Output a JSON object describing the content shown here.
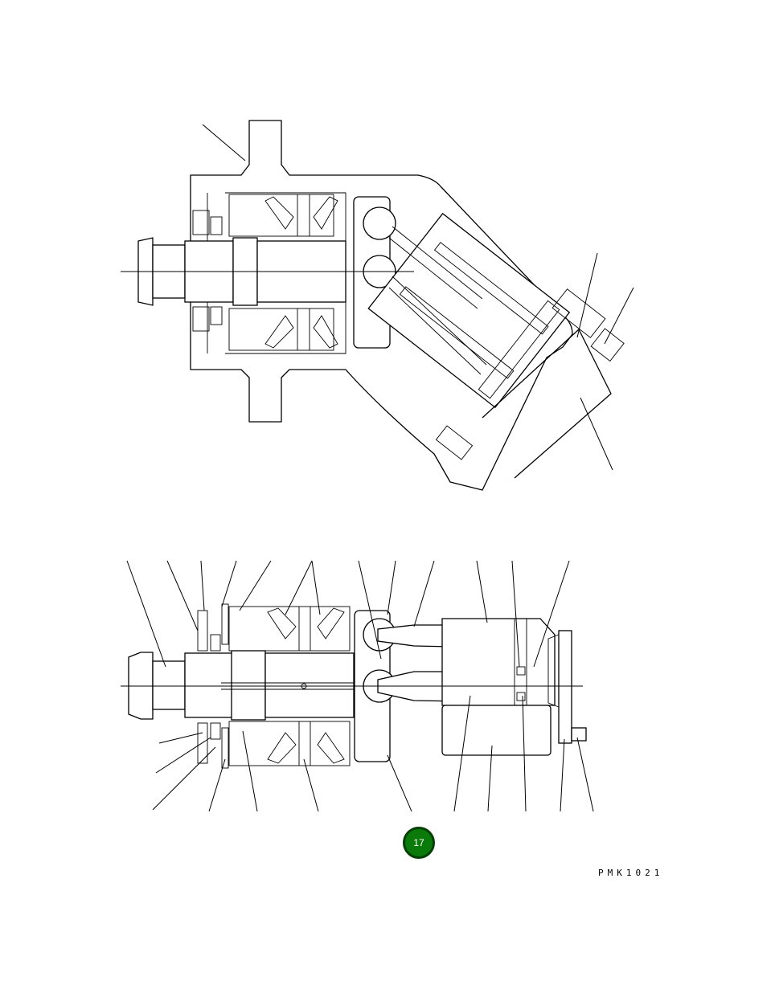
{
  "drawing": {
    "code": "PMK1021",
    "views": [
      "upper-section-view",
      "lower-section-view"
    ]
  },
  "page_badge": {
    "number": "17",
    "color": "#0a7a0a",
    "border_color": "#043f04"
  },
  "icons": {
    "page_badge": "filled-circle",
    "callout_leaders": "leader-line"
  }
}
